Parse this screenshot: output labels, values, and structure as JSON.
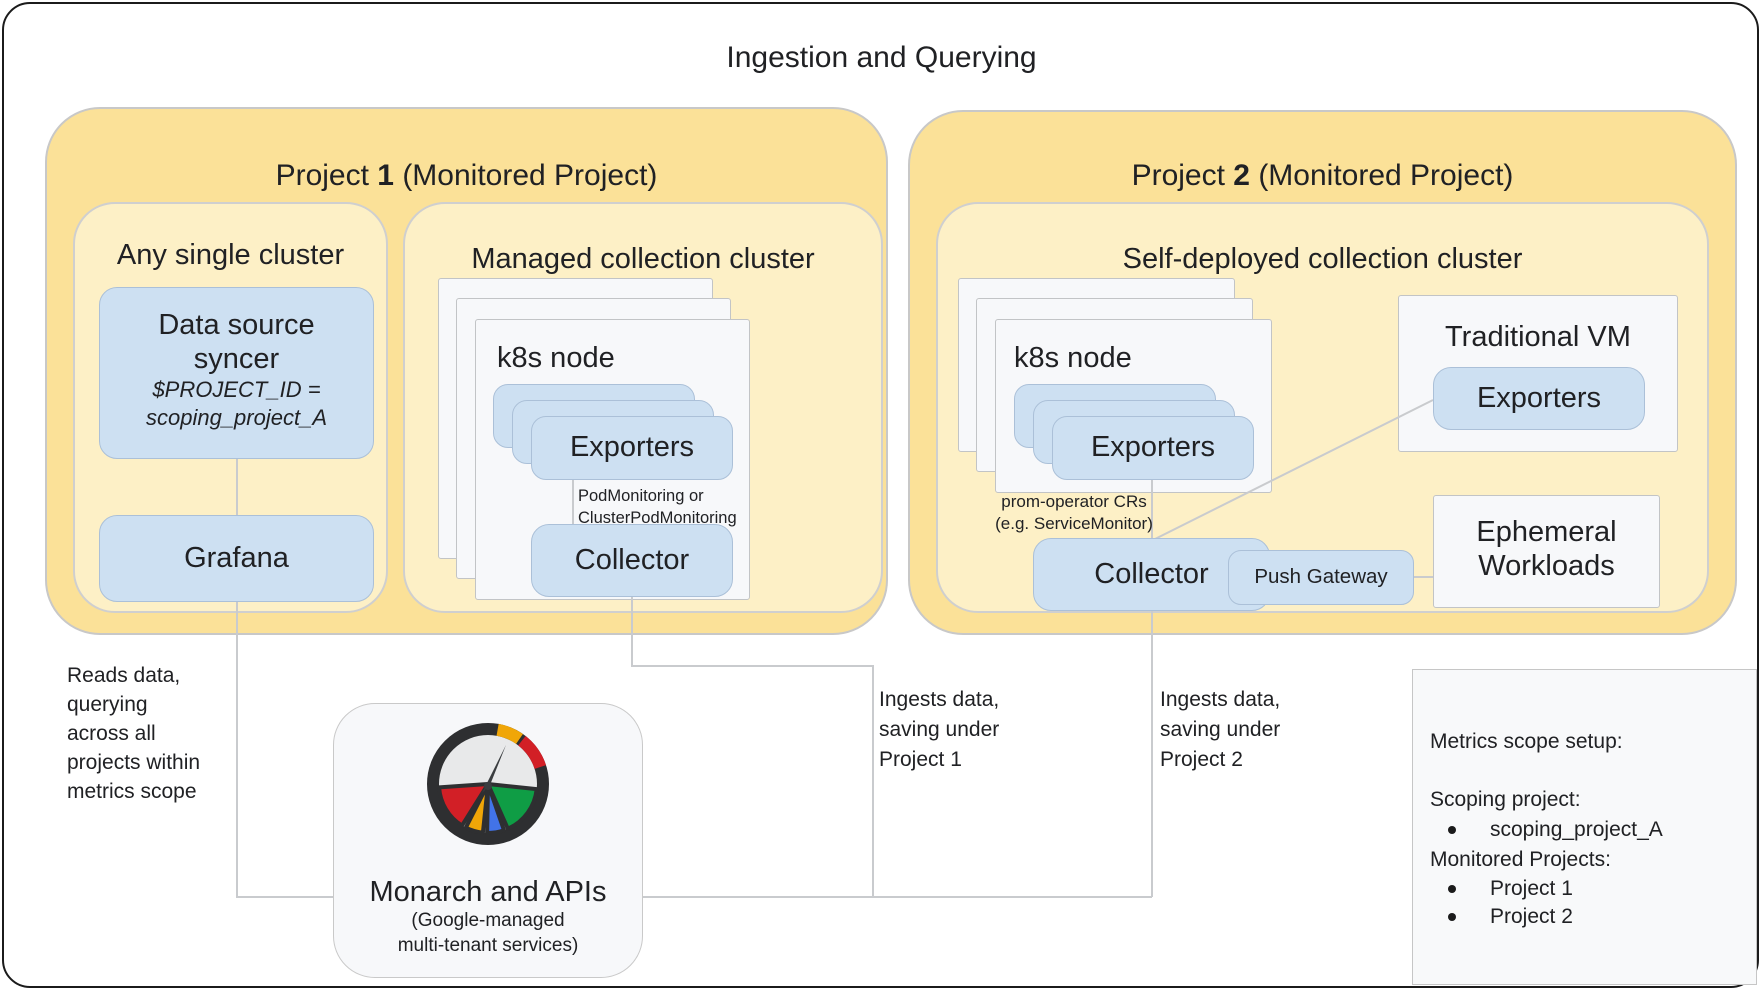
{
  "title": "Ingestion and Querying",
  "project1": {
    "title": {
      "prefix": "Project ",
      "number": "1",
      "suffix": " (Monitored Project)"
    },
    "any_single_cluster": {
      "title": "Any single cluster",
      "data_source_syncer": {
        "name_line1": "Data source",
        "name_line2": "syncer",
        "param_line1": "$PROJECT_ID =",
        "param_line2": "scoping_project_A"
      },
      "grafana_label": "Grafana"
    },
    "managed_collection_cluster": {
      "title": "Managed collection cluster",
      "k8s_node_label": "k8s node",
      "exporters_label": "Exporters",
      "note_line1": "PodMonitoring or",
      "note_line2": "ClusterPodMonitoring",
      "collector_label": "Collector"
    }
  },
  "project2": {
    "title": {
      "prefix": "Project ",
      "number": "2",
      "suffix": " (Monitored Project)"
    },
    "self_deployed_cluster": {
      "title": "Self-deployed collection cluster",
      "k8s_node_label": "k8s node",
      "exporters_label": "Exporters",
      "note_line1": "prom-operator CRs",
      "note_line2": "(e.g. ServiceMonitor)",
      "collector_label": "Collector",
      "push_gateway_label": "Push Gateway",
      "traditional_vm": {
        "title": "Traditional VM",
        "exporters_label": "Exporters"
      },
      "ephemeral_workloads": {
        "line1": "Ephemeral",
        "line2": "Workloads"
      }
    }
  },
  "monarch": {
    "title": "Monarch and APIs",
    "subtitle_line1": "(Google-managed",
    "subtitle_line2": "multi-tenant services)"
  },
  "annotations": {
    "reads_data": {
      "line1": "Reads data,",
      "line2": "querying",
      "line3": "across all",
      "line4": "projects within",
      "line5": "metrics scope"
    },
    "ingest_project1": {
      "line1": "Ingests data,",
      "line2": "saving under",
      "line3": "Project 1"
    },
    "ingest_project2": {
      "line1": "Ingests data,",
      "line2": "saving under",
      "line3": "Project 2"
    }
  },
  "metrics_scope": {
    "title": "Metrics scope setup:",
    "scoping_label": "Scoping project:",
    "scoping_item": "scoping_project_A",
    "monitored_label": "Monitored Projects:",
    "monitored_item1": "Project 1",
    "monitored_item2": "Project 2"
  },
  "colors": {
    "project_fill": "#FBE198",
    "cluster_fill": "#FDF0C6",
    "component_fill": "#CDE0F2",
    "card_fill": "#F7F8FA",
    "connector": "#C9CBCE",
    "gauge_red": "#D21F26",
    "gauge_yellow": "#F0A608",
    "gauge_blue": "#4273E8",
    "gauge_green": "#0F9D45"
  }
}
